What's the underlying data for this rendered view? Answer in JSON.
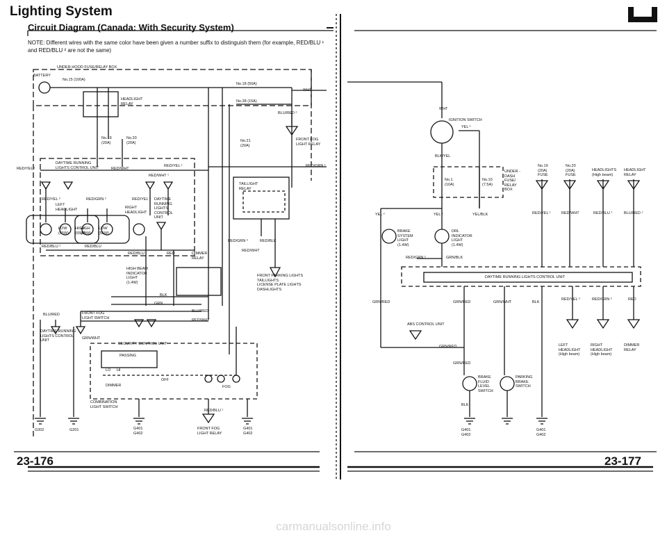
{
  "page": {
    "title": "Lighting System",
    "subtitle": "Circuit Diagram (Canada: With Security System)",
    "note": "NOTE: Different wires with the same color have been given a number suffix to distinguish them (for example, RED/BLU ¹ and RED/BLU ² are not the same)",
    "page_left": "23-176",
    "page_right": "23-177",
    "watermark": "carmanualsonline.info"
  },
  "left": {
    "fuse_box": "UNDER-HOOD FUSE/RELAY BOX",
    "battery": "BATTERY",
    "fuse_100a": "No.15 (100A)",
    "fuse_50a": "No.18 (50A)",
    "fuse_15a": "No.38 (15A)",
    "fuse_19": "No.19\n(20A)",
    "fuse_20": "No.20\n(20A)",
    "fuse_21": "No.21\n(20A)",
    "headlight_relay": "HEADLIGHT\nRELAY",
    "wht": "WHT",
    "blu_red": "BLU/RED ²",
    "front_fog_relay": "FRONT FOG\nLIGHT RELAY",
    "drl_unit": "DAYTIME RUNNING\nLIGHTS CONTROL UNIT",
    "red_yel1": "RED/YEL ¹",
    "red_yel2": "RED/YEL ²",
    "red_wht": "RED/WHT",
    "red_wht1": "RED/WHT ¹",
    "red_grn1": "RED/GRN ¹",
    "red_grn2": "RED/GRN ²",
    "left_headlight": "LEFT\nHEADLIGHT",
    "right_headlight": "RIGHT\nHEADLIGHT",
    "drl_unit2": "DAYTIME\nRUNNING\nLIGHTS\nCONTROL\nUNIT",
    "low1": "LOW\n(55W)",
    "high1": "HIGH\n(65W)",
    "high2": "HIGH\n(65W)",
    "low2": "LOW\n(55W)",
    "red_blu1": "RED/BLU ¹",
    "red_blu": "RED/BLU",
    "red": "RED",
    "dimmer_relay": "DIMMER\nRELAY",
    "taillight_relay": "TAILLIGHT\nRELAY",
    "red_blk": "RED/BLK",
    "red_grn": "RED/GRN ²",
    "high_beam": "HIGH BEAM\nINDICATOR\nLIGHT\n(1.4W)",
    "front_parking": "FRONT PARKING LIGHTS\nTAILLIGHTS\nLICENSE PLATE LIGHTS\nDASHLIGHTS",
    "blk": "BLK",
    "grn": "GRN",
    "blu_red1": "BLU/RED",
    "front_fog_switch": "FRONT FOG\nLIGHT SWITCH",
    "grn_wht": "GRN/WHT",
    "security_unit": "SECURITY CONTROL UNIT",
    "drl_unit3": "DAYTIME RUNNING\nLIGHTS CONTROL\nUNIT",
    "passing": "PASSING",
    "lo": "LO",
    "hi": "HI",
    "off": "OFF",
    "fog": "FOG",
    "dimmer": "DIMMER",
    "combination": "COMBINATION\nLIGHT SWITCH",
    "front_fog_relay2": "FRONT FOG\nLIGHT RELAY",
    "g302": "G302",
    "g201": "G201",
    "g401": "G401\nG402",
    "g401b": "G401\nG402",
    "red_blu_lbl": "RED/BLU ¹"
  },
  "right": {
    "wht": "WHT",
    "ignition": "IGNITION SWITCH",
    "yel1": "YEL ¹",
    "blk_yel": "BLK/YEL",
    "fuse_1": "No.1\n(10A)",
    "fuse_10": "No.10\n(7.5A)",
    "dash_box": "UNDER -\nDASH\nFUSE/\nRELAY\nBOX",
    "fuse_19": "No.19\n(20A)\nFUSE",
    "fuse_20": "No.20\n(20A)\nFUSE",
    "hl_high": "HEADLIGHTS\n(High beam)",
    "hl_relay": "HEADLIGHT\nRELAY",
    "yel": "YEL ²",
    "yel2": "YEL ²",
    "yel_blk": "YEL/BLK",
    "red_yel": "RED/YEL ¹",
    "red_wht": "RED/WHT",
    "red_blu": "RED/BLU ¹",
    "blu_red": "BLU/RED ¹",
    "brake_light": "BRAKE\nSYSTEM\nLIGHT\n(1.4W)",
    "drl_light": "DRL\nINDICATOR\nLIGHT\n(1.4W)",
    "red_grn": "RED/GRN ²",
    "grn_blk": "GRN/BLK",
    "drl_bar": "DAYTIME RUNNING LIGHTS CONTROL UNIT",
    "grn_red": "GRN/RED",
    "grn_red2": "GRN/RED",
    "grn_wht": "GRN/WHT",
    "blk": "BLK",
    "red_yel2": "RED/YEL ²",
    "red_grn2": "RED/GRN ²",
    "red2": "RED",
    "abs_unit": "ABS CONTROL UNIT",
    "grn_red3": "GRN/RED",
    "grn_red4": "GRN/RED",
    "left_hl": "LEFT\nHEADLIGHT\n(High beam)",
    "right_hl": "RIGHT\nHEADLIGHT\n(High beam)",
    "dimmer_relay": "DIMMER\nRELAY",
    "brake_fluid": "BRAKE\nFLUID\nLEVEL\nSWITCH",
    "parking_brake": "PARKING\nBRAKE\nSWITCH",
    "blk2": "BLK",
    "g401": "G401\nG402",
    "g401b": "G401\nG402"
  }
}
